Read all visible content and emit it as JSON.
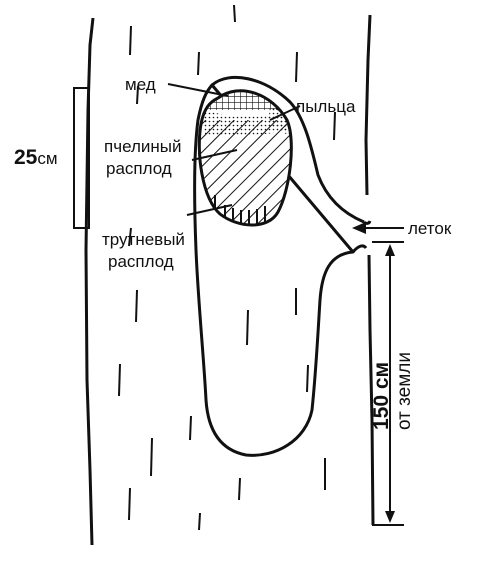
{
  "labels": {
    "honey": "мед",
    "pollen": "пыльца",
    "worker_brood_line1": "пчелиный",
    "worker_brood_line2": "расплод",
    "drone_brood_line1": "трутневый",
    "drone_brood_line2": "расплод",
    "entrance": "леток",
    "comb_height_value": "25",
    "comb_height_unit": "см",
    "entrance_height_value": "150 см",
    "entrance_height_ref": "от земли"
  }
}
